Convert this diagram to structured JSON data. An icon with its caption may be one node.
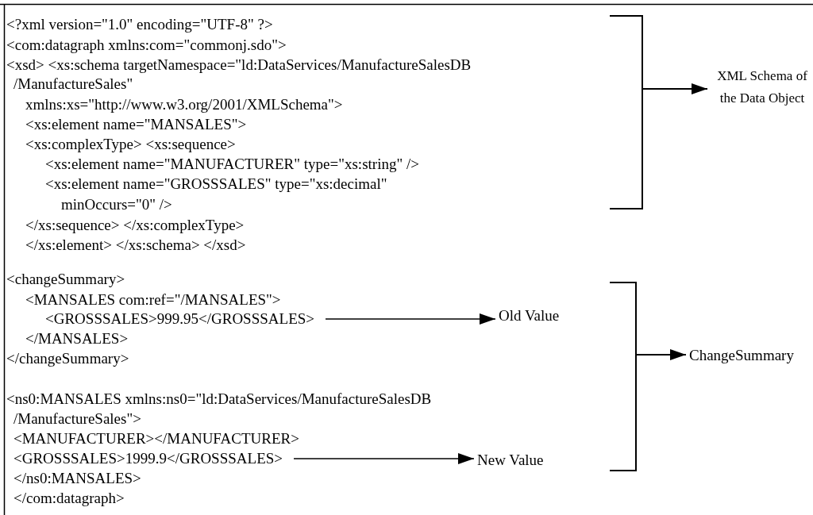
{
  "diagram": {
    "nodes": [
      {
        "text": [],
        "shape": "bracket"
      },
      {
        "text": [
          "XML Schema of the Data Object"
        ]
      },
      {
        "text": [
          "<GROSSSALES>999.95</GROSSSALES>"
        ]
      },
      {
        "text": [
          "Old Value"
        ]
      },
      {
        "text": [],
        "shape": "bracket"
      },
      {
        "text": [
          "ChangeSummary"
        ]
      },
      {
        "text": [
          "<GROSSSALES>1999.9</GROSSSALES>"
        ]
      },
      {
        "text": [
          "New Value"
        ]
      }
    ],
    "edges": [
      {
        "from": 0,
        "to": 1,
        "arrow": "to"
      },
      {
        "from": 2,
        "to": 3,
        "arrow": "to"
      },
      {
        "from": 4,
        "to": 5,
        "arrow": "to"
      },
      {
        "from": 6,
        "to": 7,
        "arrow": "to"
      }
    ],
    "labels": [
      "<?xml version=\"1.0\" encoding=\"UTF-8\" ?>",
      "<com:datagraph xmlns:com=\"commonj.sdo\">",
      "<xsd> <xs:schema targetNamespace=\"ld:DataServices/ManufactureSalesDB",
      "/ManufactureSales\"",
      "xmlns:xs=\"http://www.w3.org/2001/XMLSchema\">",
      "<xs:element name=\"MANSALES\">",
      "<xs:complexType> <xs:sequence>",
      "<xs:element name=\"MANUFACTURER\" type=\"xs:string\" />",
      "<xs:element name=\"GROSSSALES\" type=\"xs:decimal\"",
      "minOccurs=\"0\" />",
      "</xs:sequence> </xs:complexType>",
      "</xs:element> </xs:schema> </xsd>",
      "<changeSummary>",
      "<MANSALES com:ref=\"/MANSALES\">",
      "</MANSALES>",
      "</changeSummary>",
      "<ns0:MANSALES xmlns:ns0=\"ld:DataServices/ManufactureSalesDB",
      "/ManufactureSales\">",
      "<MANUFACTURER></MANUFACTURER>",
      "</ns0:MANSALES>",
      "</com:datagraph>"
    ]
  }
}
